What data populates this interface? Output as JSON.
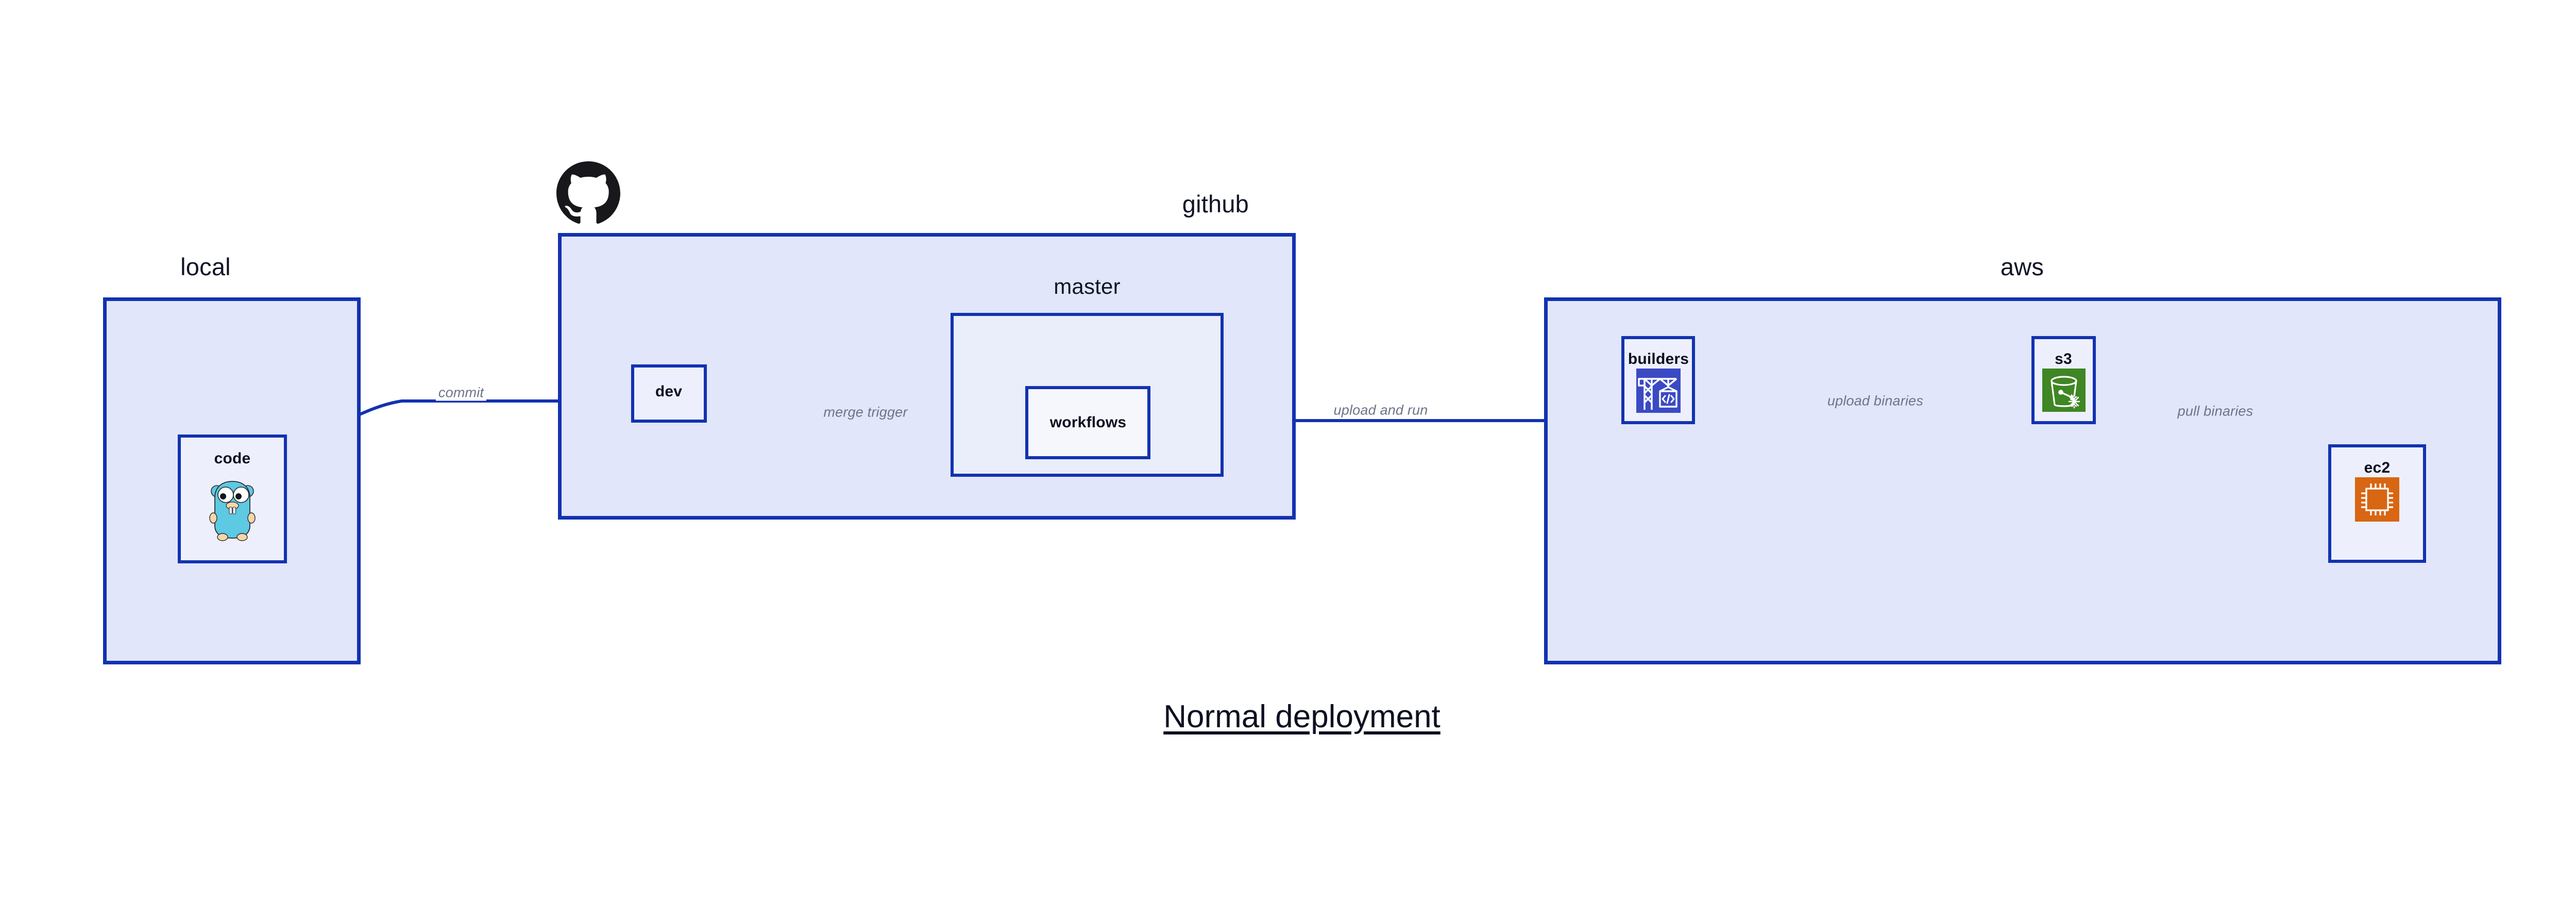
{
  "title": "Normal deployment",
  "groups": [
    {
      "id": "local",
      "label": "local"
    },
    {
      "id": "github",
      "label": "github"
    },
    {
      "id": "aws",
      "label": "aws"
    }
  ],
  "subgroups": [
    {
      "id": "master",
      "label": "master",
      "parent": "github"
    }
  ],
  "nodes": [
    {
      "id": "code",
      "label": "code",
      "icon": "go-gopher-icon",
      "group": "local"
    },
    {
      "id": "dev",
      "label": "dev",
      "icon": null,
      "group": "github"
    },
    {
      "id": "workflows",
      "label": "workflows",
      "icon": null,
      "group": "master"
    },
    {
      "id": "builders",
      "label": "builders",
      "icon": "aws-builders-icon",
      "group": "aws"
    },
    {
      "id": "s3",
      "label": "s3",
      "icon": "aws-s3-icon",
      "group": "aws"
    },
    {
      "id": "ec2",
      "label": "ec2",
      "icon": "aws-ec2-icon",
      "group": "aws"
    }
  ],
  "edges": [
    {
      "id": "commit",
      "label": "commit",
      "from": "code",
      "to": "dev"
    },
    {
      "id": "merge-trigger",
      "label": "merge trigger",
      "from": "dev",
      "to": "workflows"
    },
    {
      "id": "upload-and-run",
      "label": "upload and run",
      "from": "workflows",
      "to": "builders"
    },
    {
      "id": "upload-binaries",
      "label": "upload binaries",
      "from": "builders",
      "to": "s3"
    },
    {
      "id": "pull-binaries",
      "label": "pull binaries",
      "from": "s3",
      "to": "ec2"
    }
  ],
  "decorations": [
    {
      "id": "github-logo",
      "icon": "github-octocat-icon"
    }
  ],
  "colors": {
    "stroke": "#1232B0",
    "group_fill": "#E1E6FA",
    "sub_fill": "#E9EEFA",
    "node_fill": "#EDF0FC",
    "node_fill_pale": "#F5F7FD",
    "text_dark": "#0D1021",
    "edge_label": "#6E7488",
    "aws_builders": "#3B4AC4",
    "aws_s3": "#3F8624",
    "aws_ec2": "#D86613",
    "go_gopher": "#5DC9E2",
    "background": "#FFFFFF"
  }
}
